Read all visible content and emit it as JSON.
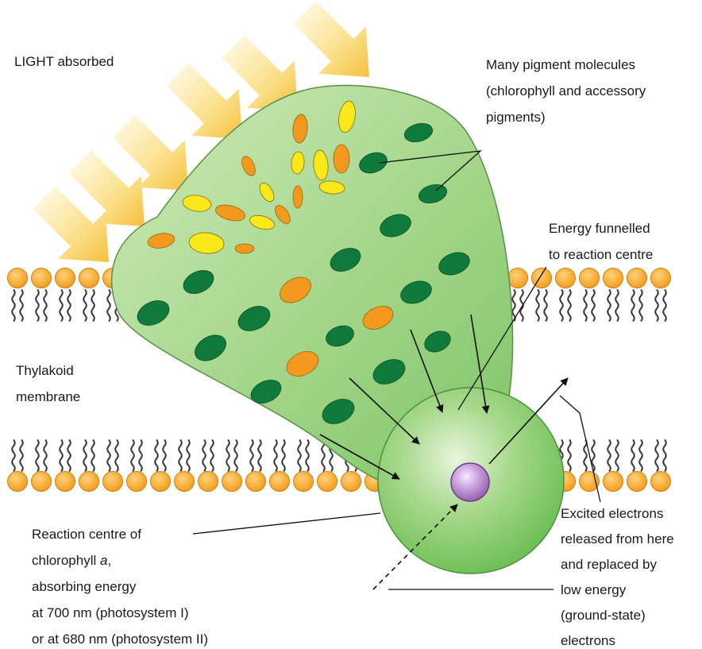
{
  "labels": {
    "light": "LIGHT absorbed",
    "pigments": [
      "Many pigment molecules",
      "(chlorophyll and accessory",
      "pigments)"
    ],
    "funnel": [
      "Energy funnelled",
      "to reaction centre"
    ],
    "membrane": [
      "Thylakoid",
      "membrane"
    ],
    "reaction_line1": "Reaction centre of",
    "reaction_line2_text": "chlorophyll ",
    "reaction_line2_italic": "a",
    "reaction_line2_end": ",",
    "reaction_rest": [
      "absorbing energy",
      "at 700 nm (photosystem I)",
      "or at 680 nm (photosystem II)"
    ],
    "electrons": [
      "Excited electrons",
      "released from here",
      "and replaced by",
      "low energy",
      "(ground-state)",
      "electrons"
    ]
  },
  "colors": {
    "chlorophyll": "#0f7a3c",
    "carotenoid_orange": "#f39a1e",
    "carotenoid_yellow": "#f9e81a",
    "funnel_fill": "#98d27e",
    "reaction_centre": "#b98ad0",
    "lipid_head": "#f5a623",
    "light_arrow": "#f7c948"
  },
  "icons": {
    "light": "light-arrow-icon",
    "reaction": "reaction-centre-icon"
  }
}
